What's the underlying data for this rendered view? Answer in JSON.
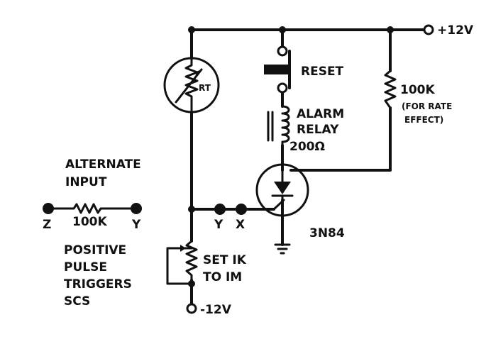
{
  "labels": {
    "plus12v": "+12V",
    "minus12v": "-12V",
    "reset": "RESET",
    "rt": "RT",
    "res100k_right": "100K",
    "rate_effect_line1": "(FOR RATE",
    "rate_effect_line2": "EFFECT)",
    "alarm": "ALARM",
    "relay": "RELAY",
    "relay_ohms": "200Ω",
    "scs_part": "3N84",
    "alt_line1": "ALTERNATE",
    "alt_line2": "INPUT",
    "alt_res": "100K",
    "alt_z": "Z",
    "alt_y": "Y",
    "node_y": "Y",
    "node_x": "X",
    "set_line1": "SET IK",
    "set_line2": "TO IM",
    "pos_line1": "POSITIVE",
    "pos_line2": "PULSE",
    "pos_line3": "TRIGGERS",
    "pos_line4": "SCS"
  }
}
